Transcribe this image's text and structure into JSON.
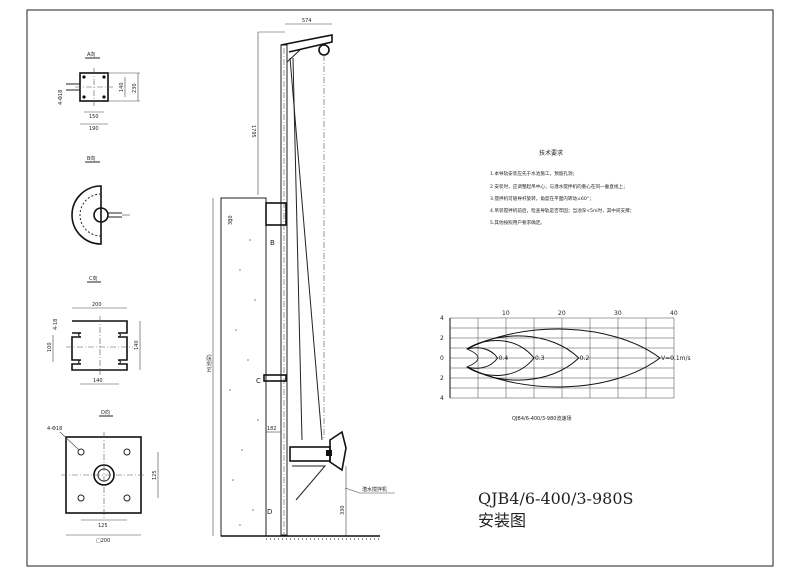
{
  "title": {
    "model": "QJB4/6-400/3-980S",
    "subtitle": "安装图"
  },
  "views": {
    "a": {
      "label": "A向",
      "holes": "4-Φ18",
      "dims": [
        "140",
        "230",
        "150",
        "190"
      ]
    },
    "b": {
      "label": "B向"
    },
    "c": {
      "label": "C向",
      "holes": "4-18",
      "dims": [
        "200",
        "100",
        "140",
        "140"
      ]
    },
    "d": {
      "label": "D向",
      "holes": "4-Φ18",
      "dims": [
        "125",
        "125",
        "□200"
      ]
    }
  },
  "elevation": {
    "dims": {
      "arm": "574",
      "height": "1795",
      "top": "380",
      "total": "H(池深)",
      "offset": "182",
      "bottom": "330"
    },
    "section_marks": [
      "B",
      "C",
      "D"
    ],
    "mixer_label": "潜水搅拌机"
  },
  "requirements": {
    "heading": "技术要求",
    "items": [
      "1.本导轨安装应先于水池施工，预留孔洞；",
      "2.安装时，应调整起吊中心，与潜水搅拌机的重心在同一垂直线上；",
      "3.搅拌机可随导杆旋转，角度在平面内转动±60°；",
      "4.吊装搅拌机前后，检查导轨是否牢固；当池深<5m时，其中间支撑；",
      "5.其他按照用户要求确定。"
    ]
  },
  "chart_data": {
    "type": "contour",
    "title": "QJB4/6-400/3-980流速场",
    "x_ticks": [
      "10",
      "20",
      "30",
      "40"
    ],
    "y_ticks": [
      "4",
      "2",
      "0",
      "2",
      "4"
    ],
    "xlim": [
      0,
      40
    ],
    "ylim": [
      -4,
      4
    ],
    "grid": true,
    "contours": [
      {
        "label": "0.4",
        "tip_x": 8.5,
        "half_width": 1.1
      },
      {
        "label": "0.3",
        "tip_x": 15,
        "half_width": 2.1
      },
      {
        "label": "0.2",
        "tip_x": 23,
        "half_width": 2.7
      },
      {
        "label": "V=0.1m/s",
        "tip_x": 37.5,
        "half_width": 3.6
      }
    ]
  }
}
